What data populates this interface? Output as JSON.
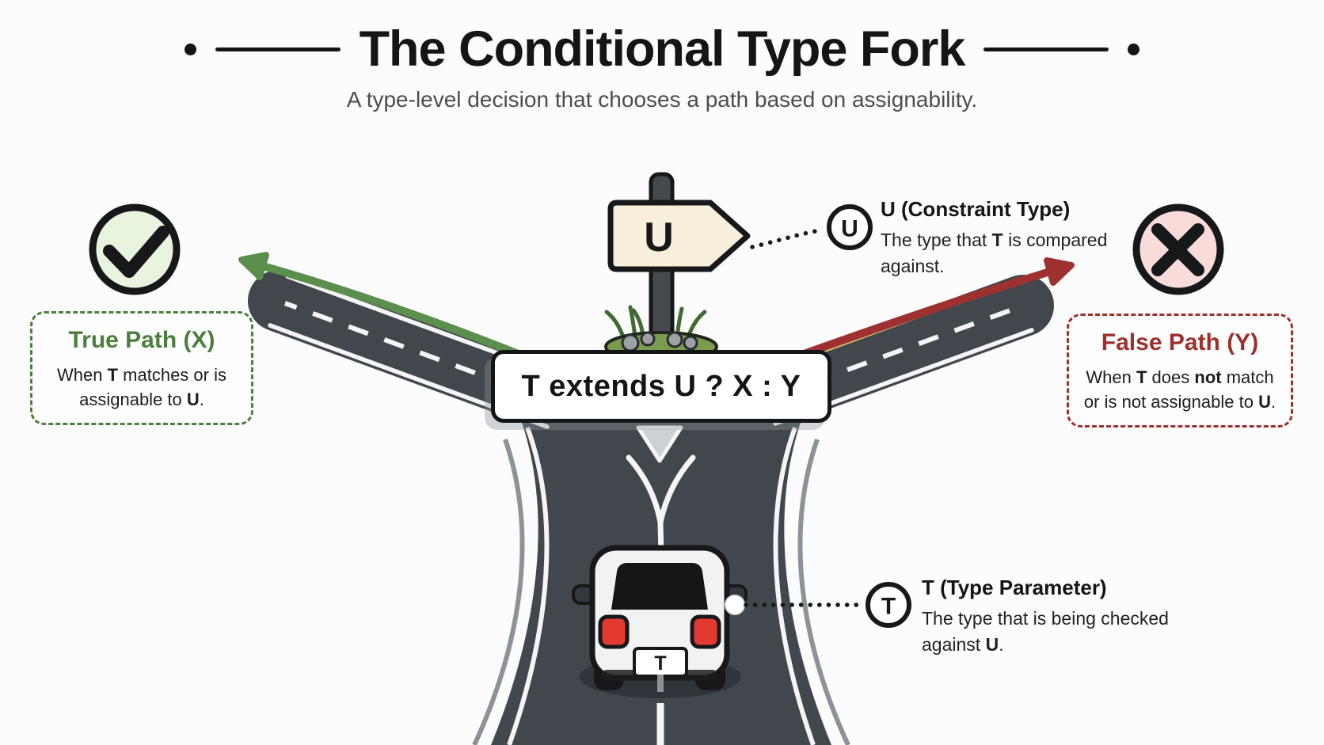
{
  "header": {
    "title": "The Conditional Type Fork",
    "subtitle": "A type-level decision that chooses a path based on assignability."
  },
  "formula": {
    "text": "T extends U ? X : Y"
  },
  "signpost": {
    "label": "U"
  },
  "car": {
    "plate": "T"
  },
  "true_path": {
    "title": "True Path (X)",
    "body": [
      "When ",
      "T",
      " matches or is assignable to ",
      "U",
      "."
    ]
  },
  "false_path": {
    "title": "False Path (Y)",
    "body": [
      "When ",
      "T",
      " does ",
      "not",
      " match or is not assignable to ",
      "U",
      "."
    ]
  },
  "u_callout": {
    "marker": "U",
    "heading": "U (Constraint Type)",
    "body": [
      "The type that ",
      "T",
      " is compared against."
    ]
  },
  "t_callout": {
    "marker": "T",
    "heading": "T (Type Parameter)",
    "body": [
      "The type that is being checked against ",
      "U",
      "."
    ]
  },
  "colors": {
    "accent_green": "#4c7f3e",
    "accent_red": "#9e2f2f",
    "road_gray": "#42474d",
    "sign_cream": "#f7efda",
    "check_fill": "#e8f4de",
    "cross_fill": "#f9dcda",
    "ink": "#141517"
  }
}
